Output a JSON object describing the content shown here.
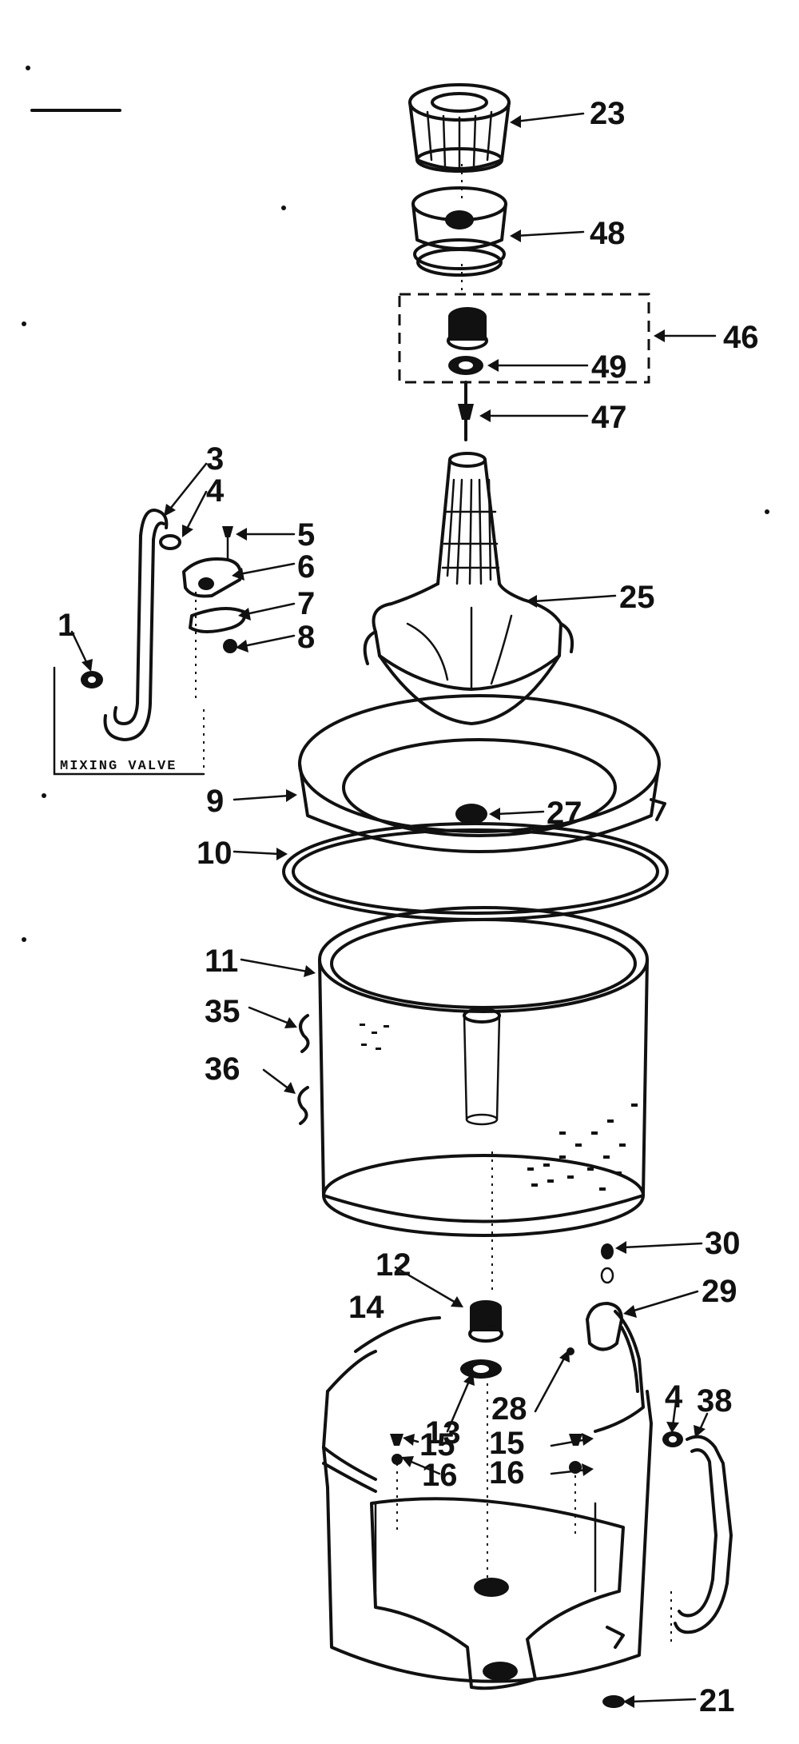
{
  "diagram": {
    "caption": "MIXING VALVE",
    "callouts": [
      {
        "id": "c23",
        "label": "23"
      },
      {
        "id": "c48",
        "label": "48"
      },
      {
        "id": "c46",
        "label": "46"
      },
      {
        "id": "c49",
        "label": "49"
      },
      {
        "id": "c47",
        "label": "47"
      },
      {
        "id": "c3",
        "label": "3"
      },
      {
        "id": "c4a",
        "label": "4"
      },
      {
        "id": "c5",
        "label": "5"
      },
      {
        "id": "c6",
        "label": "6"
      },
      {
        "id": "c7",
        "label": "7"
      },
      {
        "id": "c8",
        "label": "8"
      },
      {
        "id": "c1",
        "label": "1"
      },
      {
        "id": "c25",
        "label": "25"
      },
      {
        "id": "c9",
        "label": "9"
      },
      {
        "id": "c27",
        "label": "27"
      },
      {
        "id": "c10",
        "label": "10"
      },
      {
        "id": "c11",
        "label": "11"
      },
      {
        "id": "c35",
        "label": "35"
      },
      {
        "id": "c36",
        "label": "36"
      },
      {
        "id": "c30",
        "label": "30"
      },
      {
        "id": "c12",
        "label": "12"
      },
      {
        "id": "c29",
        "label": "29"
      },
      {
        "id": "c14",
        "label": "14"
      },
      {
        "id": "c13",
        "label": "13"
      },
      {
        "id": "c28",
        "label": "28"
      },
      {
        "id": "c38",
        "label": "38"
      },
      {
        "id": "c4b",
        "label": "4"
      },
      {
        "id": "c15a",
        "label": "15"
      },
      {
        "id": "c15b",
        "label": "15"
      },
      {
        "id": "c16a",
        "label": "16"
      },
      {
        "id": "c16b",
        "label": "16"
      },
      {
        "id": "c21",
        "label": "21"
      }
    ]
  }
}
